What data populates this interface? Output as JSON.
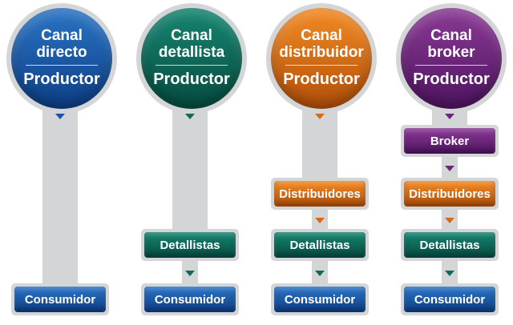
{
  "colors": {
    "blue": "#1357a8",
    "green": "#0e6a59",
    "orange": "#d56a12",
    "purple": "#6b2579",
    "gray": "#d4d5d7"
  },
  "columns": [
    {
      "title_line1": "Canal",
      "title_line2": "directo",
      "producer": "Productor",
      "steps": [],
      "consumer": "Consumidor"
    },
    {
      "title_line1": "Canal",
      "title_line2": "detallista",
      "producer": "Productor",
      "steps": [
        "Detallistas"
      ],
      "consumer": "Consumidor"
    },
    {
      "title_line1": "Canal",
      "title_line2": "distribuidor",
      "producer": "Productor",
      "steps": [
        "Distribuidores",
        "Detallistas"
      ],
      "consumer": "Consumidor"
    },
    {
      "title_line1": "Canal",
      "title_line2": "broker",
      "producer": "Productor",
      "steps": [
        "Broker",
        "Distribuidores",
        "Detallistas"
      ],
      "consumer": "Consumidor"
    }
  ]
}
